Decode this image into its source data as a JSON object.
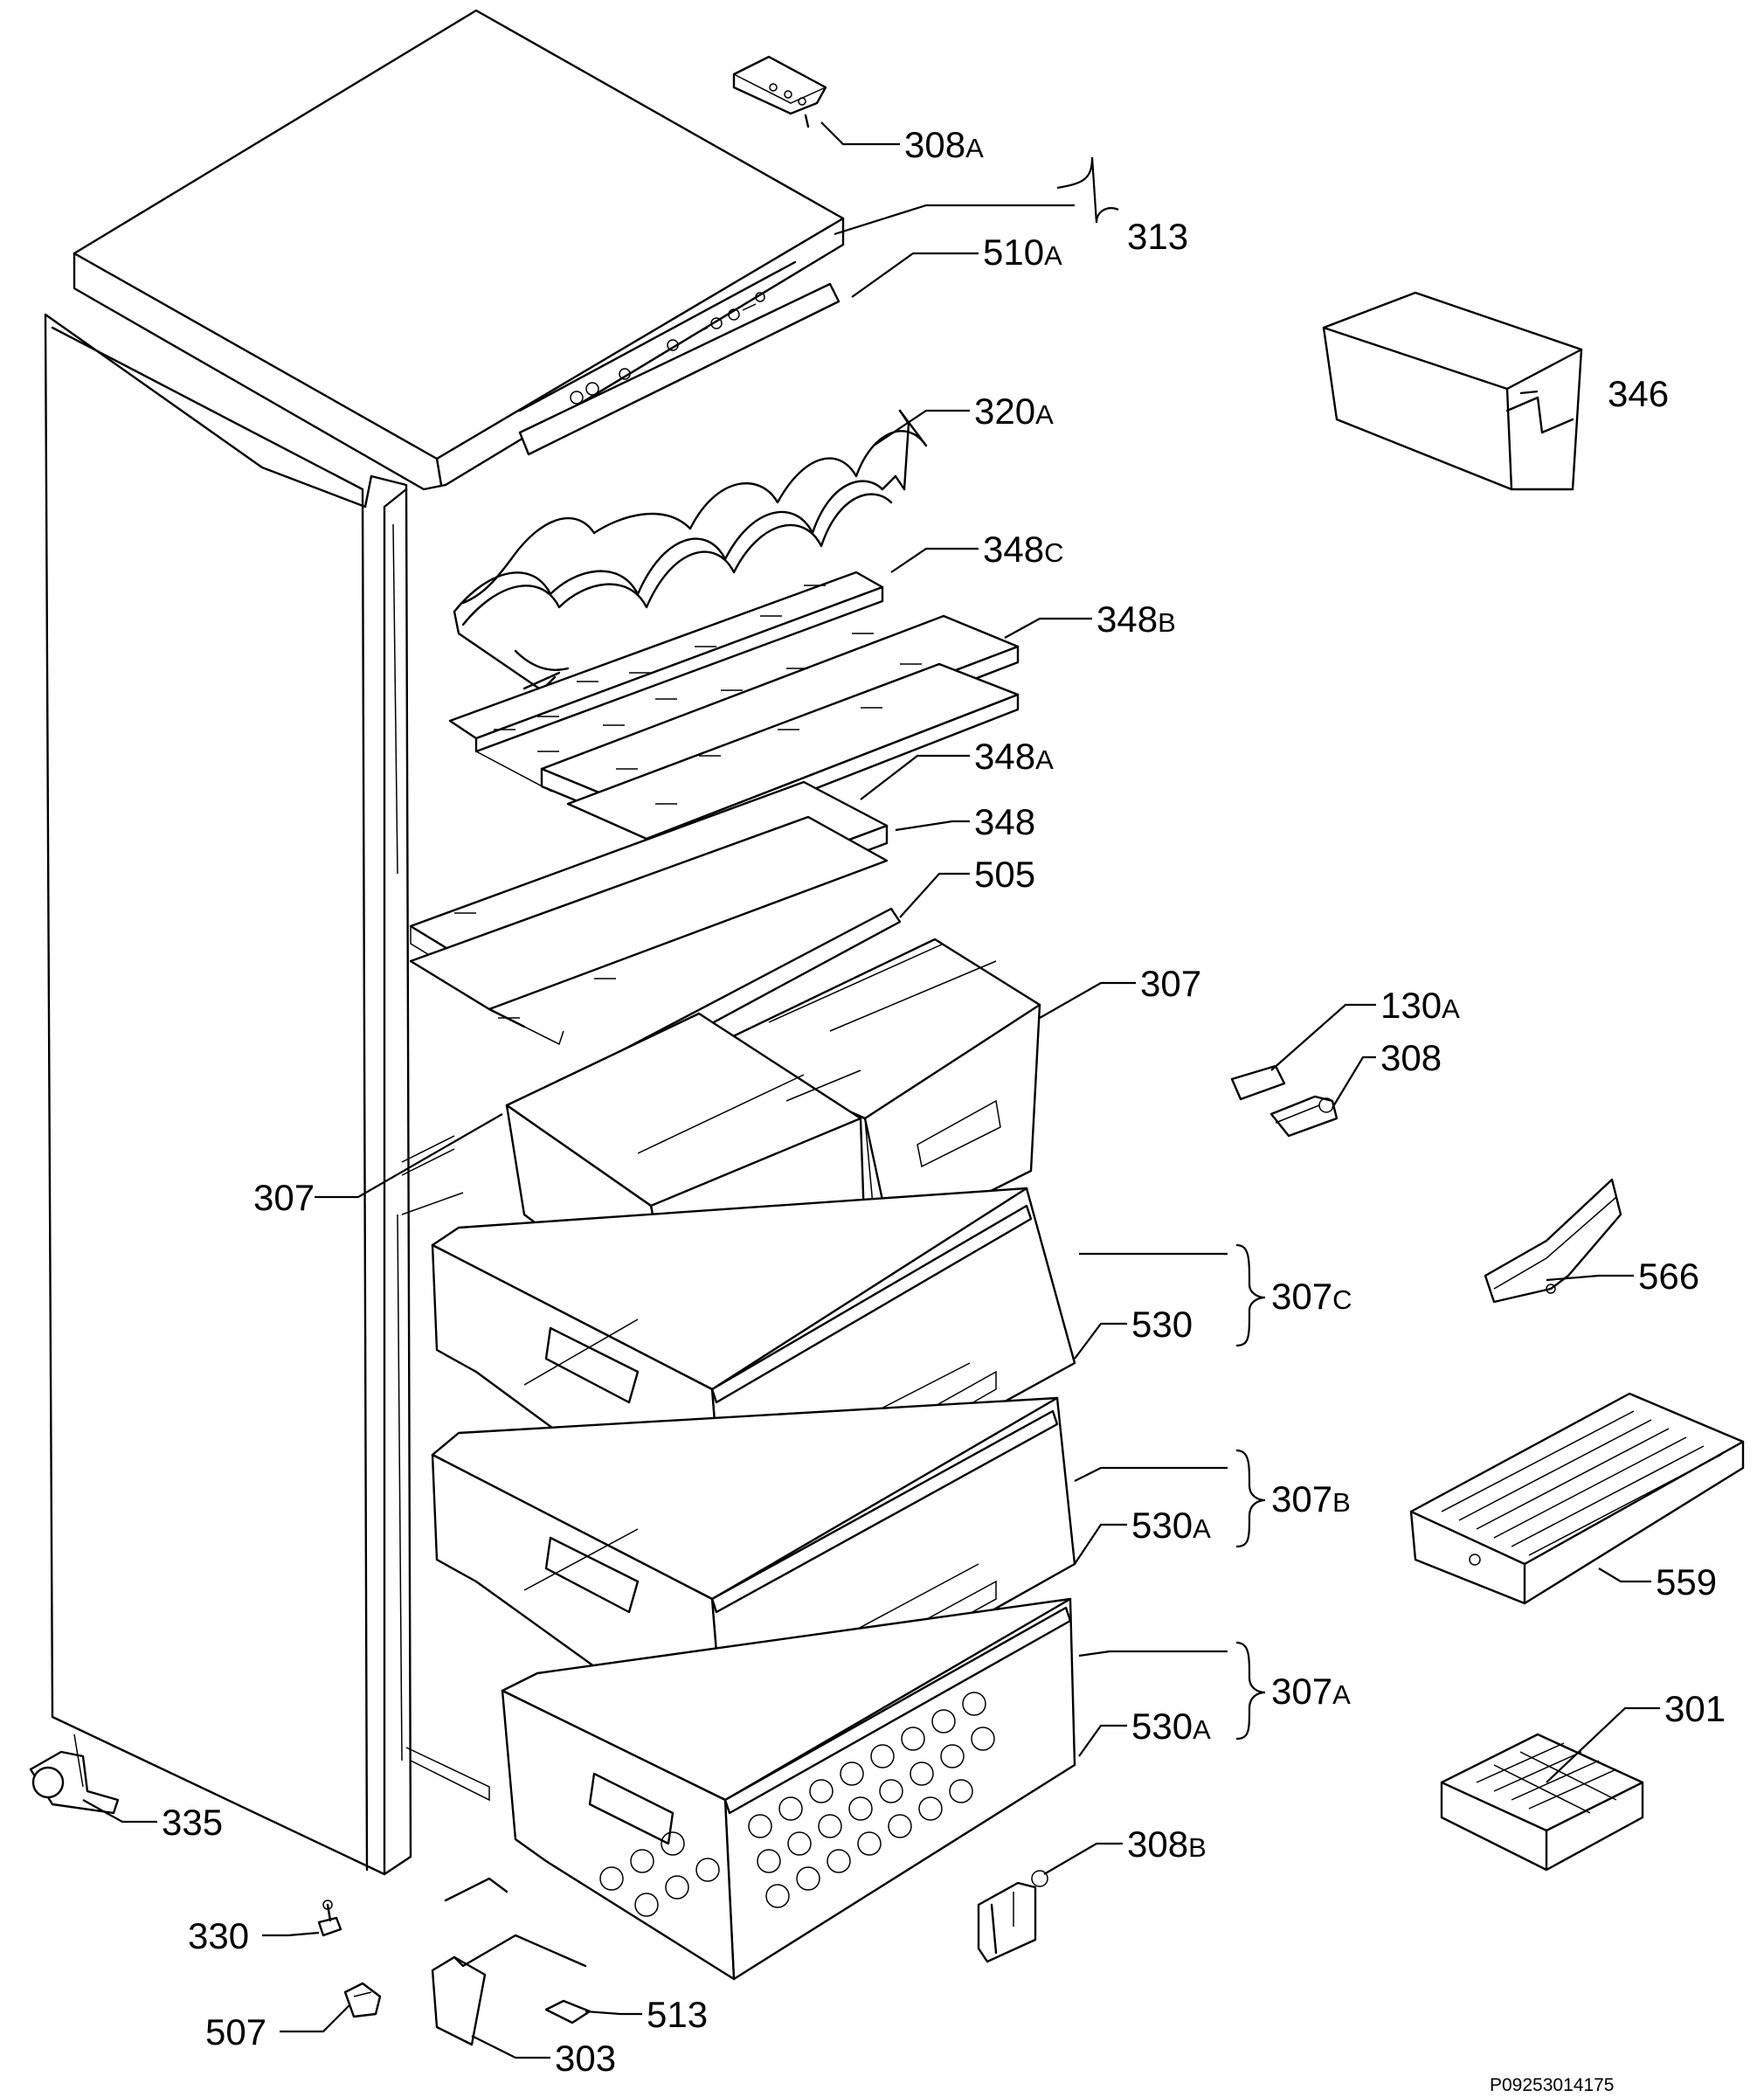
{
  "labels": {
    "p308A": {
      "num": "308",
      "suf": "A"
    },
    "p313": {
      "num": "313",
      "suf": ""
    },
    "p510A": {
      "num": "510",
      "suf": "A"
    },
    "p346": {
      "num": "346",
      "suf": ""
    },
    "p320A": {
      "num": "320",
      "suf": "A"
    },
    "p348C": {
      "num": "348",
      "suf": "C"
    },
    "p348B": {
      "num": "348",
      "suf": "B"
    },
    "p348A": {
      "num": "348",
      "suf": "A"
    },
    "p348": {
      "num": "348",
      "suf": ""
    },
    "p505": {
      "num": "505",
      "suf": ""
    },
    "p307_right": {
      "num": "307",
      "suf": ""
    },
    "p130A": {
      "num": "130",
      "suf": "A"
    },
    "p308": {
      "num": "308",
      "suf": ""
    },
    "p307_left": {
      "num": "307",
      "suf": ""
    },
    "p566": {
      "num": "566",
      "suf": ""
    },
    "p307C": {
      "num": "307",
      "suf": "C"
    },
    "p530": {
      "num": "530",
      "suf": ""
    },
    "p307B": {
      "num": "307",
      "suf": "B"
    },
    "p530A_1": {
      "num": "530",
      "suf": "A"
    },
    "p559": {
      "num": "559",
      "suf": ""
    },
    "p307A": {
      "num": "307",
      "suf": "A"
    },
    "p530A_2": {
      "num": "530",
      "suf": "A"
    },
    "p301": {
      "num": "301",
      "suf": ""
    },
    "p335": {
      "num": "335",
      "suf": ""
    },
    "p308B": {
      "num": "308",
      "suf": "B"
    },
    "p330": {
      "num": "330",
      "suf": ""
    },
    "p513": {
      "num": "513",
      "suf": ""
    },
    "p507": {
      "num": "507",
      "suf": ""
    },
    "p303": {
      "num": "303",
      "suf": ""
    }
  },
  "drawing_code": "P09253014175"
}
